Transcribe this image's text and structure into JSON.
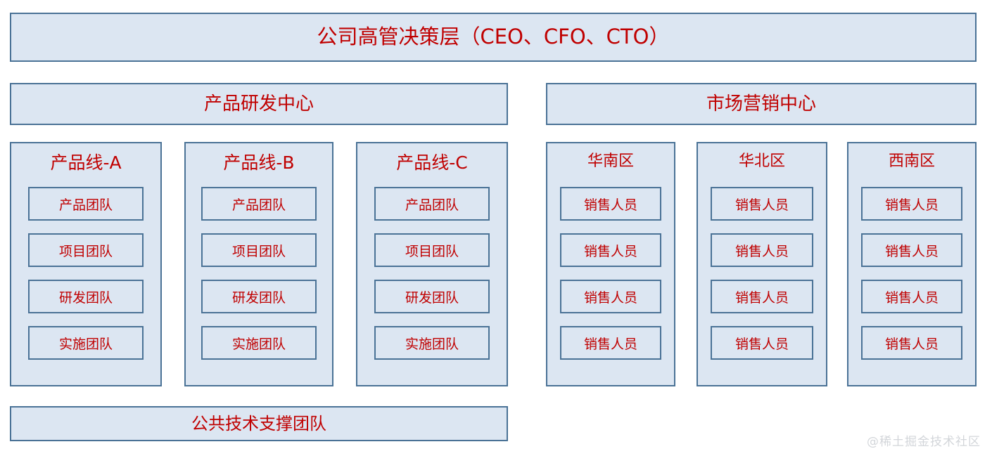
{
  "executive": {
    "label": "公司高管决策层（CEO、CFO、CTO）"
  },
  "divisions": [
    {
      "key": "rnd",
      "label": "产品研发中心",
      "groups": [
        {
          "title": "产品线-A",
          "members": [
            "产品团队",
            "项目团队",
            "研发团队",
            "实施团队"
          ]
        },
        {
          "title": "产品线-B",
          "members": [
            "产品团队",
            "项目团队",
            "研发团队",
            "实施团队"
          ]
        },
        {
          "title": "产品线-C",
          "members": [
            "产品团队",
            "项目团队",
            "研发团队",
            "实施团队"
          ]
        }
      ]
    },
    {
      "key": "mkt",
      "label": "市场营销中心",
      "groups": [
        {
          "title": "华南区",
          "members": [
            "销售人员",
            "销售人员",
            "销售人员",
            "销售人员"
          ]
        },
        {
          "title": "华北区",
          "members": [
            "销售人员",
            "销售人员",
            "销售人员",
            "销售人员"
          ]
        },
        {
          "title": "西南区",
          "members": [
            "销售人员",
            "销售人员",
            "销售人员",
            "销售人员"
          ]
        }
      ]
    }
  ],
  "support": {
    "label": "公共技术支撑团队"
  },
  "watermark": {
    "label": "@稀土掘金技术社区"
  },
  "colors": {
    "box_fill": "#dce6f2",
    "box_border": "#4a7296",
    "text": "#c00000",
    "watermark": "#d3d6da",
    "background": "#ffffff"
  }
}
